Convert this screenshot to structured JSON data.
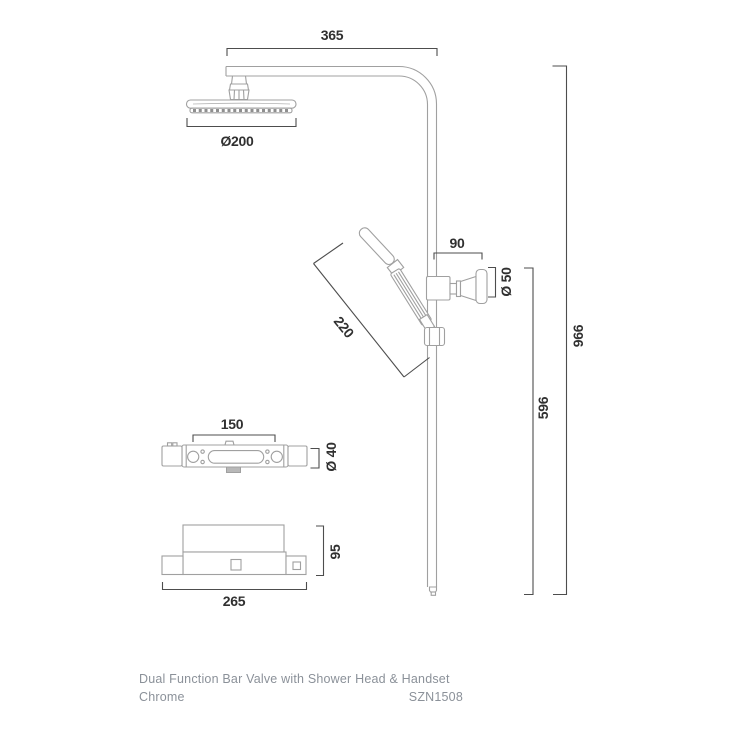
{
  "dimensions": {
    "arm_projection": "365",
    "head_diameter": "Ø200",
    "bracket_projection": "90",
    "bracket_knob_diameter": "Ø 50",
    "handset_length": "220",
    "valve_fixing_centres": "150",
    "valve_body_diameter": "Ø 40",
    "valve_overall_width": "265",
    "valve_depth": "95",
    "riser_rail_length": "596",
    "overall_height": "966"
  },
  "caption": {
    "title": "Dual Function Bar Valve with Shower Head & Handset",
    "finish": "Chrome",
    "code": "SZN1508"
  },
  "colors": {
    "product_outline": "#a0a0a0",
    "dimension_line": "#4d4d4d",
    "dimension_text": "#303030",
    "caption_text": "#8b9199",
    "background": "#ffffff"
  }
}
